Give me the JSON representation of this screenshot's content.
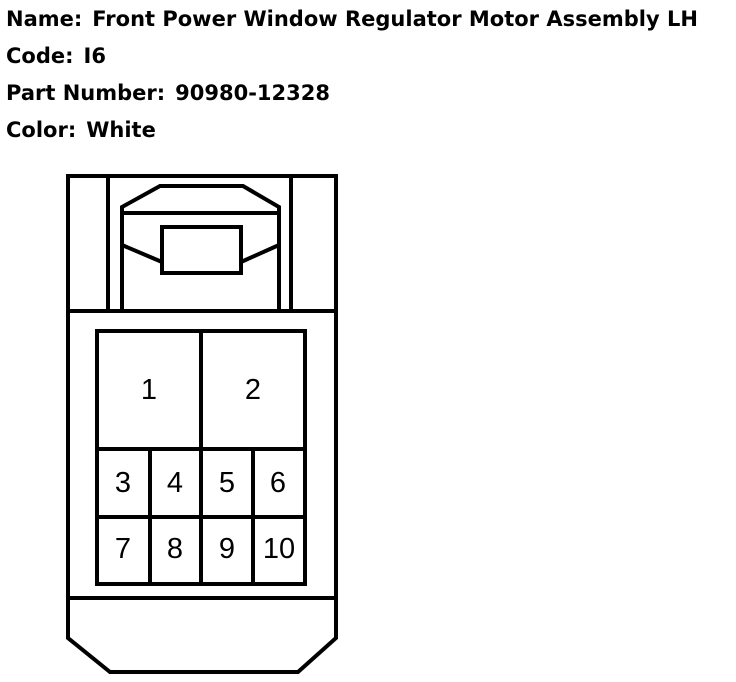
{
  "info": {
    "name_label": "Name:",
    "name_value": "Front Power Window Regulator Motor Assembly LH",
    "code_label": "Code:",
    "code_value": "I6",
    "part_label": "Part Number:",
    "part_value": "90980-12328",
    "color_label": "Color:",
    "color_value": "White"
  },
  "connector": {
    "pins": [
      "1",
      "2",
      "3",
      "4",
      "5",
      "6",
      "7",
      "8",
      "9",
      "10"
    ]
  },
  "colors": {
    "line": "#000000",
    "background": "#ffffff"
  }
}
